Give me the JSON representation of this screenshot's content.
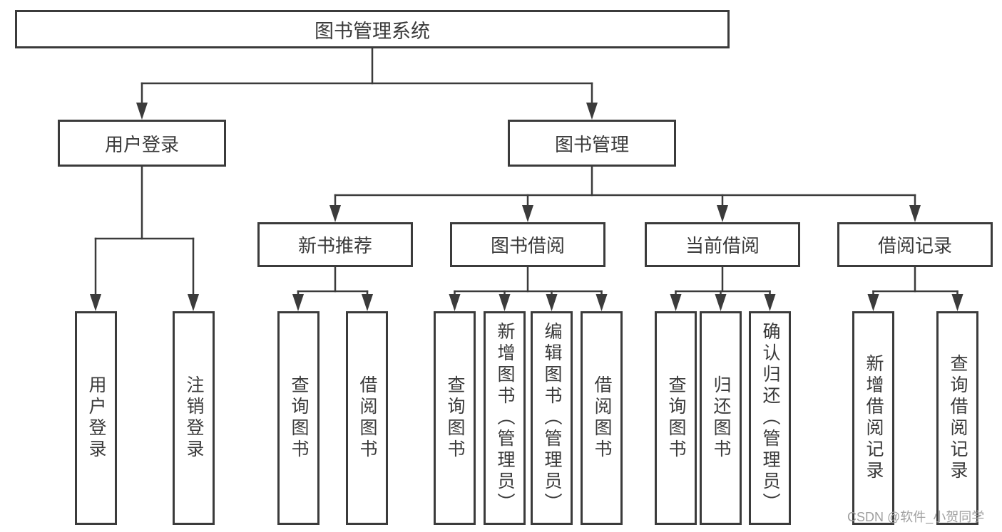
{
  "tree": {
    "label": "图书管理系统",
    "children": [
      {
        "label": "用户登录",
        "children": [
          {
            "label": "用户登录"
          },
          {
            "label": "注销登录"
          }
        ]
      },
      {
        "label": "图书管理",
        "children": [
          {
            "label": "新书推荐",
            "children": [
              {
                "label": "查询图书"
              },
              {
                "label": "借阅图书"
              }
            ]
          },
          {
            "label": "图书借阅",
            "children": [
              {
                "label": "查询图书"
              },
              {
                "label": "新增图书（管理员）"
              },
              {
                "label": "编辑图书（管理员）"
              },
              {
                "label": "借阅图书"
              }
            ]
          },
          {
            "label": "当前借阅",
            "children": [
              {
                "label": "查询图书"
              },
              {
                "label": "归还图书"
              },
              {
                "label": "确认归还（管理员）"
              }
            ]
          },
          {
            "label": "借阅记录",
            "children": [
              {
                "label": "新增借阅记录"
              },
              {
                "label": "查询借阅记录"
              }
            ]
          }
        ]
      }
    ]
  },
  "watermark": {
    "text": "CSDN @软件_小贺同学"
  },
  "colors": {
    "line": "#3b3b3b",
    "text": "#3a3a3a",
    "background": "#ffffff",
    "watermark": "#9f9f9f"
  }
}
